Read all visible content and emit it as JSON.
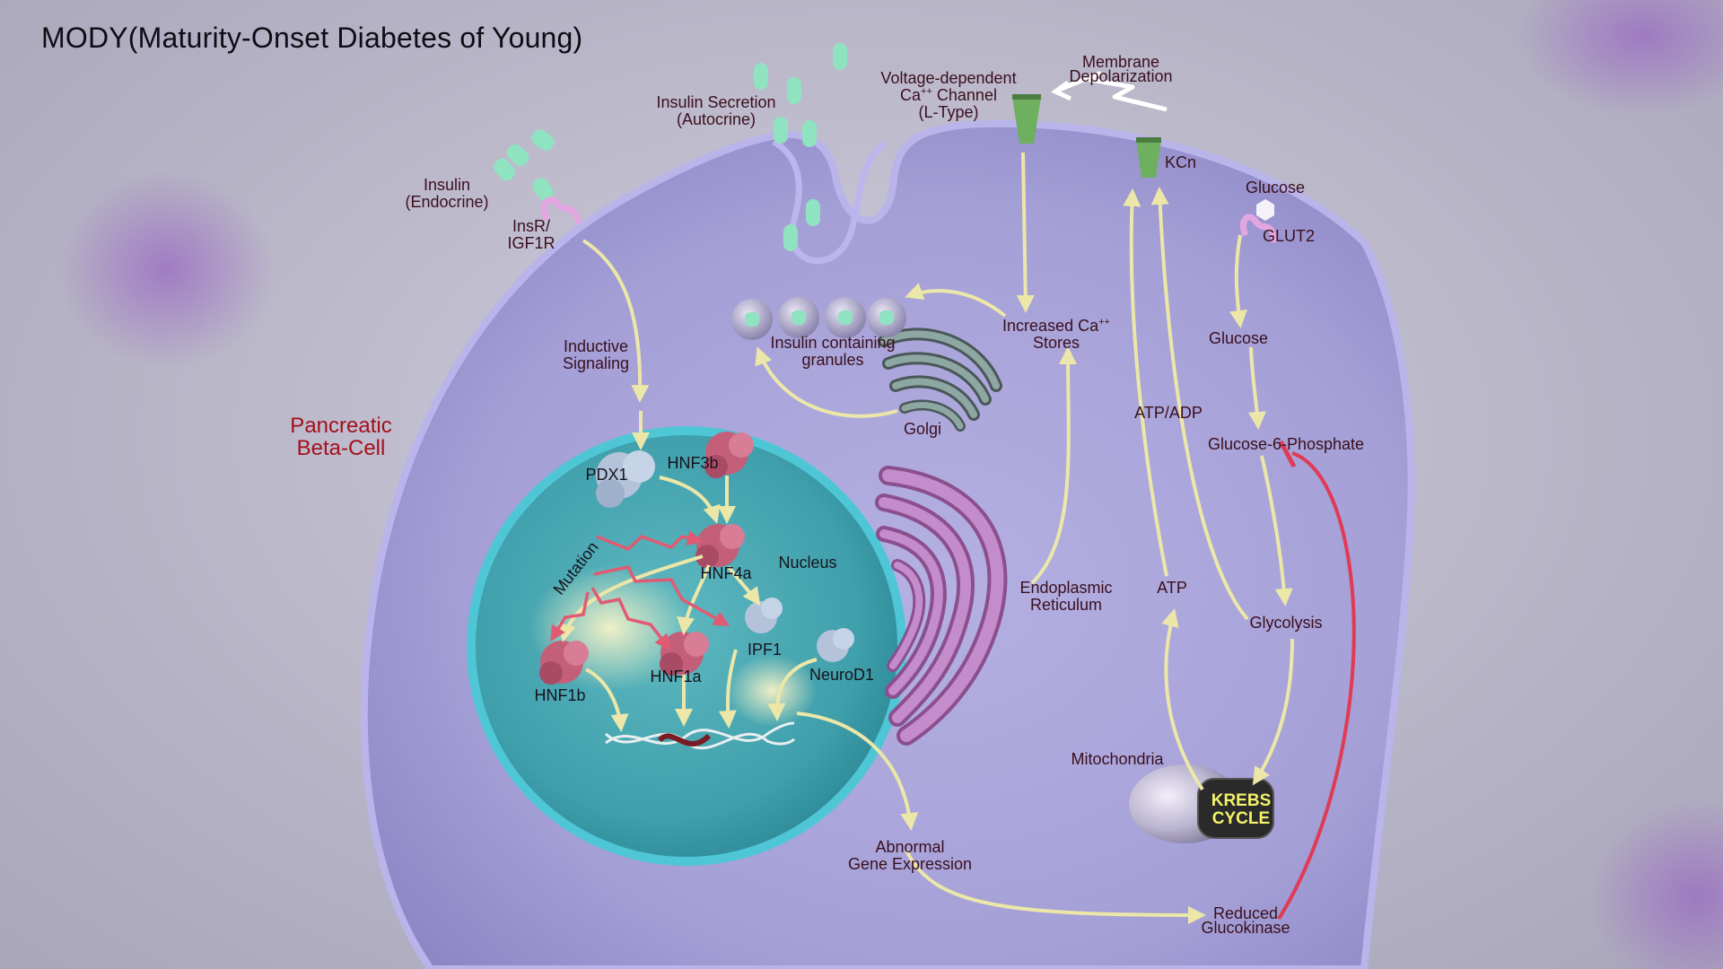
{
  "title": "MODY(Maturity-Onset Diabetes of Young)",
  "cell_label": [
    "Pancreatic",
    "Beta-Cell"
  ],
  "labels": {
    "insulin_endocrine": [
      "Insulin",
      "(Endocrine)"
    ],
    "insr": [
      "InsR/",
      "IGF1R"
    ],
    "insulin_secretion": [
      "Insulin Secretion",
      "(Autocrine)"
    ],
    "vdcc_line1": "Voltage-dependent",
    "vdcc_line2_pre": "Ca",
    "vdcc_line2_sup": "++",
    "vdcc_line2_post": " Channel",
    "vdcc_line3": "(L-Type)",
    "membrane_depolarization": [
      "Membrane",
      "Depolarization"
    ],
    "kcn": "KCn",
    "glucose_outside": "Glucose",
    "glut2": "GLUT2",
    "glucose_inside": "Glucose",
    "g6p": "Glucose-6-Phosphate",
    "atp_adp": "ATP/ADP",
    "atp": "ATP",
    "glycolysis": "Glycolysis",
    "mitochondria": "Mitochondria",
    "krebs": [
      "KREBS",
      "CYCLE"
    ],
    "increased_ca_pre": "Increased Ca",
    "increased_ca_sup": "++",
    "increased_ca_line2": "Stores",
    "insulin_granules": [
      "Insulin containing",
      "granules"
    ],
    "golgi": "Golgi",
    "er": [
      "Endoplasmic",
      "Reticulum"
    ],
    "inductive": [
      "Inductive",
      "Signaling"
    ],
    "nucleus": "Nucleus",
    "pdx1": "PDX1",
    "hnf3b": "HNF3b",
    "hnf4a": "HNF4a",
    "ipf1": "IPF1",
    "hnf1a": "HNF1a",
    "hnf1b": "HNF1b",
    "neurod1": "NeuroD1",
    "mutation": "Mutation",
    "abnormal_gene": [
      "Abnormal",
      "Gene Expression"
    ],
    "reduced_glucokinase": [
      "Reduced",
      "Glucokinase"
    ]
  },
  "colors": {
    "arrow_yellow": "#ece7a8",
    "mutation_red": "#e25a72",
    "inhibition_red": "#e03a55",
    "insulin_green": "#8fe3c0",
    "nucleus_teal": "#49aab4",
    "cell_lavender": "#a49fd6",
    "protein_pink": "#c45f7a",
    "protein_blue": "#b4c3da",
    "label_text": "#3a0f1e",
    "cell_label_red": "#a3101c"
  }
}
